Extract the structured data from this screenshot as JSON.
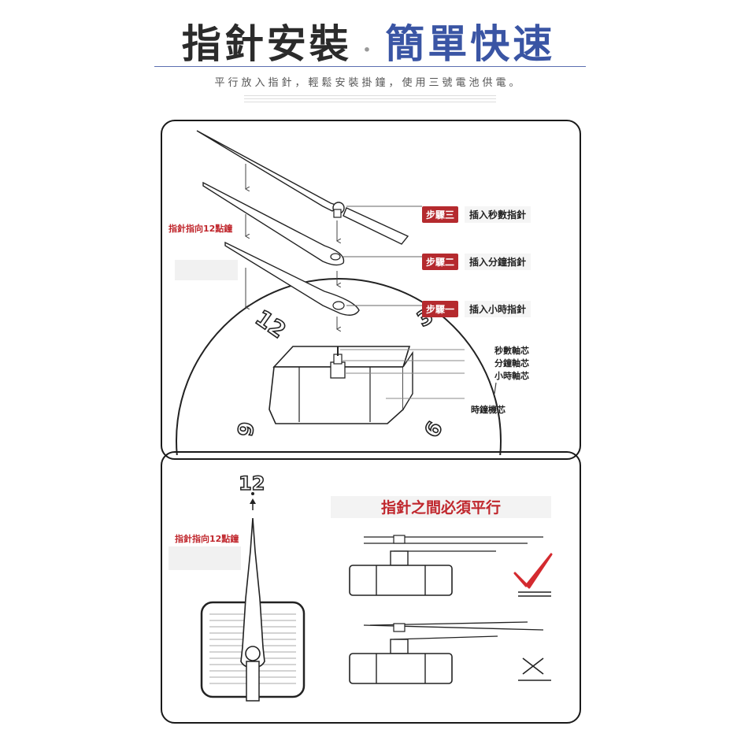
{
  "header": {
    "title_left": "指針安裝",
    "title_sep": "·",
    "title_right": "簡單快速",
    "subtitle": "平行放入指針，輕鬆安裝掛鐘，使用三號電池供電。"
  },
  "top_panel": {
    "steps": [
      {
        "badge": "步驟三",
        "text": "插入秒數指針"
      },
      {
        "badge": "步驟二",
        "text": "插入分鐘指針"
      },
      {
        "badge": "步驟一",
        "text": "插入小時指針"
      }
    ],
    "axis_labels": [
      "秒數軸芯",
      "分鐘軸芯",
      "小時軸芯"
    ],
    "movement_label": "時鐘機芯",
    "pointer_note": "指針指向12點鐘",
    "dial_numbers": [
      "12",
      "3",
      "9",
      "6"
    ]
  },
  "bottom_panel": {
    "twelve": "12",
    "pointer_note": "指針指向12點鐘",
    "parallel_title": "指針之間必須平行",
    "correct_mark": "✔",
    "wrong_mark": "✕"
  },
  "colors": {
    "accent_red": "#b52a2e",
    "title_blue": "#3a55a4"
  }
}
